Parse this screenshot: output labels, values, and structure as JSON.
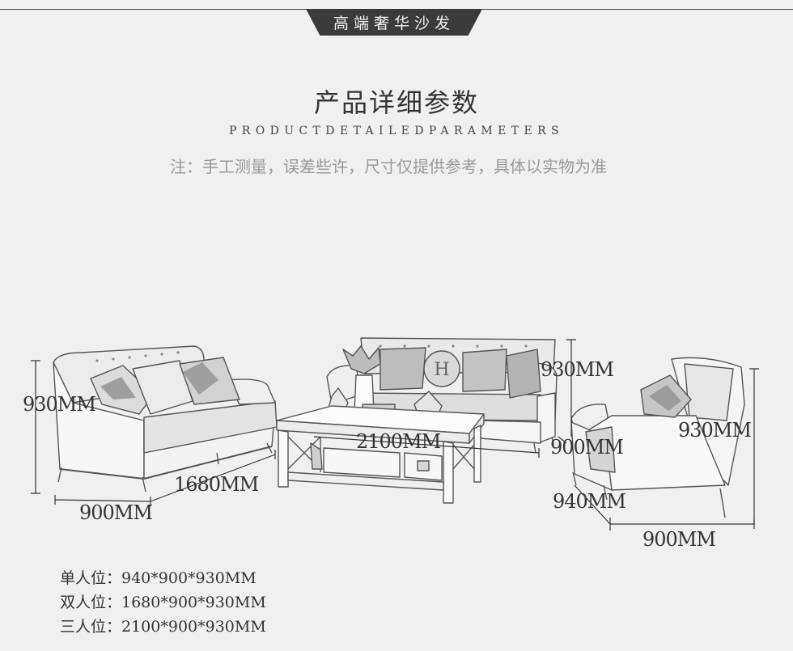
{
  "header": {
    "tab_label": "高端奢华沙发",
    "title": "产品详细参数",
    "subtitle": "PRODUCTDETAILEDPARAMETERS",
    "note": "注：手工测量，误差些许，尺寸仅提供参考，具体以实物为准"
  },
  "dimensions": {
    "loveseat_height": "930MM",
    "loveseat_width": "1680MM",
    "loveseat_depth": "900MM",
    "three_seat_height": "930MM",
    "three_seat_width": "2100MM",
    "three_seat_depth": "900MM",
    "armchair_height": "930MM",
    "armchair_width": "940MM",
    "armchair_depth": "900MM"
  },
  "specs": {
    "single": "单人位：940*900*930MM",
    "double": "双人位：1680*900*930MM",
    "triple": "三人位：2100*900*930MM"
  },
  "icons": {
    "pillow_emblem": "H"
  }
}
